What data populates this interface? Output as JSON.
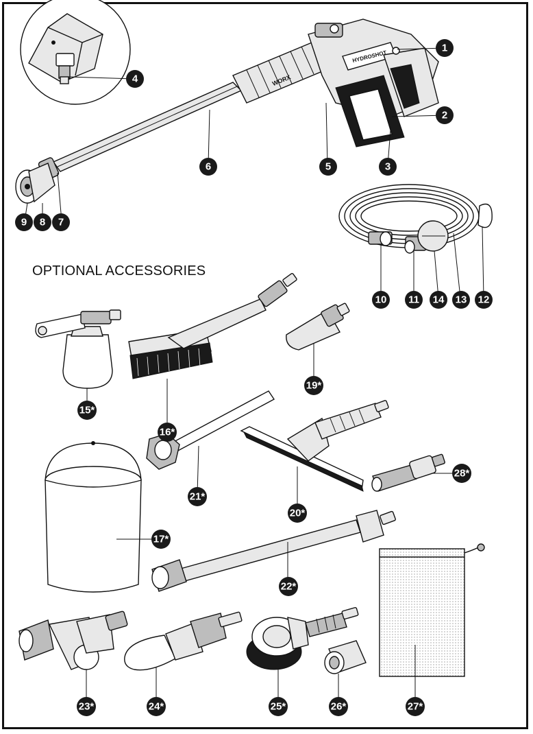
{
  "section_title": "OPTIONAL ACCESSORIES",
  "brand": {
    "gun_badge": "HYDROSHOT",
    "gun_logo": "WORX"
  },
  "callouts": {
    "c1": "1",
    "c2": "2",
    "c3": "3",
    "c4": "4",
    "c5": "5",
    "c6": "6",
    "c7": "7",
    "c8": "8",
    "c9": "9",
    "c10": "10",
    "c11": "11",
    "c12": "12",
    "c13": "13",
    "c14": "14",
    "c15": "15*",
    "c16": "16*",
    "c17": "17*",
    "c19": "19*",
    "c20": "20*",
    "c21": "21*",
    "c22": "22*",
    "c23": "23*",
    "c24": "24*",
    "c25": "25*",
    "c26": "26*",
    "c27": "27*",
    "c28": "28*"
  },
  "colors": {
    "badge": "#1a1a1a",
    "line": "#111111",
    "background": "#ffffff"
  }
}
